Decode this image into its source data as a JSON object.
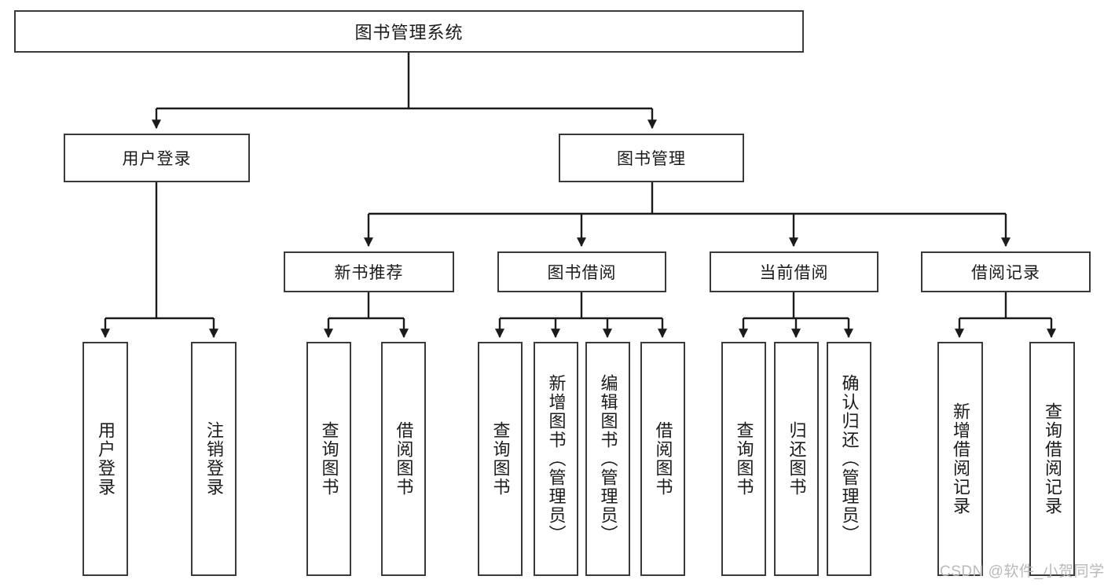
{
  "diagram": {
    "title": "图书管理系统",
    "type": "tree-hierarchy-diagram",
    "colors": {
      "box_border": "#3a3a3a",
      "box_fill": "#ffffff",
      "connector": "#1b1b1b",
      "background": "#ffffff",
      "watermark": "#b9b9b9"
    },
    "root": {
      "label": "图书管理系统"
    },
    "level2": [
      {
        "label": "用户登录"
      },
      {
        "label": "图书管理"
      }
    ],
    "level3": [
      {
        "label": "新书推荐"
      },
      {
        "label": "图书借阅"
      },
      {
        "label": "当前借阅"
      },
      {
        "label": "借阅记录"
      }
    ],
    "leaves": {
      "user_login": [
        {
          "label": "用户登录"
        },
        {
          "label": "注销登录"
        }
      ],
      "new_book_recommend": [
        {
          "label": "查询图书"
        },
        {
          "label": "借阅图书"
        }
      ],
      "book_borrow": [
        {
          "label": "查询图书"
        },
        {
          "label": "新增图书（管理员）"
        },
        {
          "label": "编辑图书（管理员）"
        },
        {
          "label": "借阅图书"
        }
      ],
      "current_borrow": [
        {
          "label": "查询图书"
        },
        {
          "label": "归还图书"
        },
        {
          "label": "确认归还（管理员）"
        }
      ],
      "borrow_record": [
        {
          "label": "新增借阅记录"
        },
        {
          "label": "查询借阅记录"
        }
      ]
    }
  },
  "watermark": {
    "text": "CSDN @软件_小贺同学"
  }
}
